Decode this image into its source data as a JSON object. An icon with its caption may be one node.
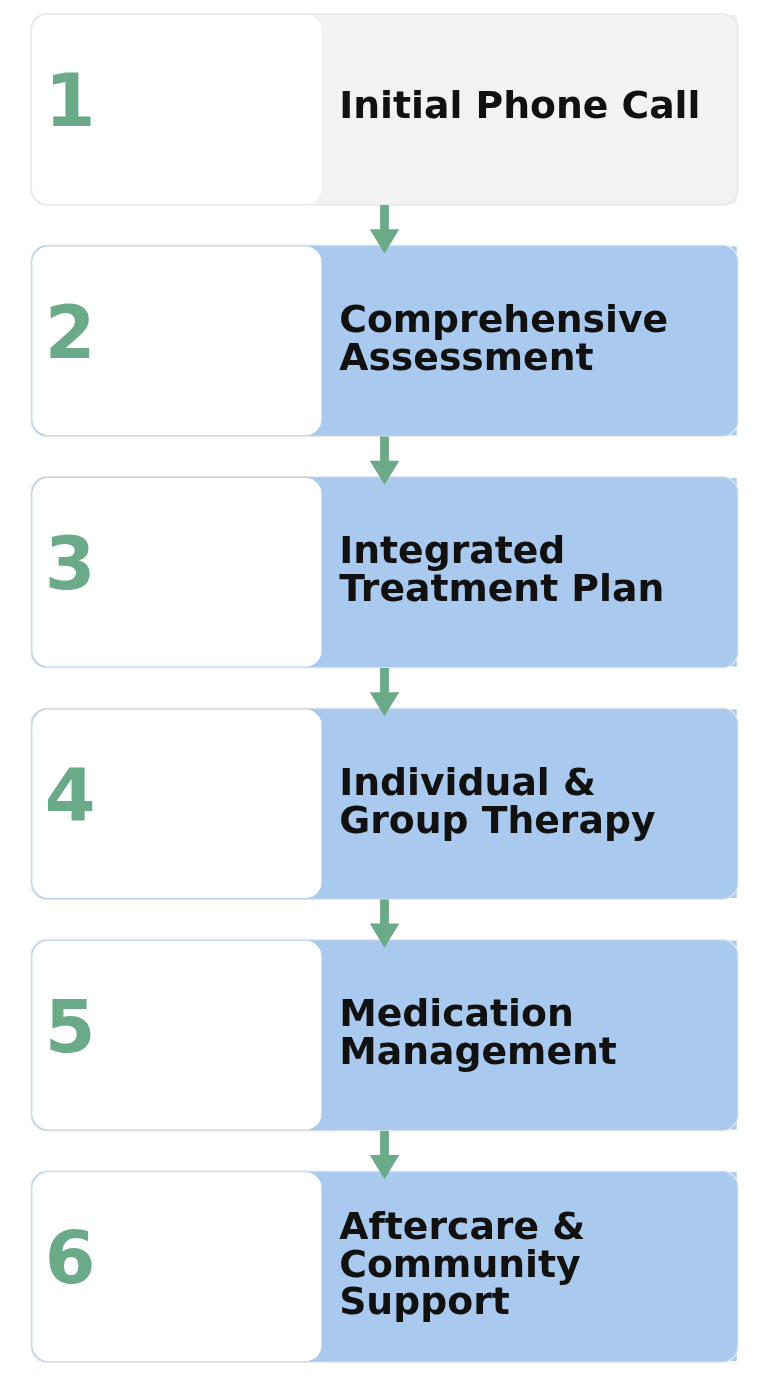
{
  "diagram": {
    "nodes": [
      {
        "text": [
          "1",
          "Initial Phone Call"
        ]
      },
      {
        "text": [
          "2",
          "Comprehensive Assessment"
        ]
      },
      {
        "text": [
          "3",
          "Integrated Treatment Plan"
        ]
      },
      {
        "text": [
          "4",
          "Individual & Group Therapy"
        ]
      },
      {
        "text": [
          "5",
          "Medication Management"
        ]
      },
      {
        "text": [
          "6",
          "Aftercare & Community Support"
        ]
      }
    ],
    "edges": [
      {
        "from": 0,
        "to": 1,
        "arrow": "to"
      },
      {
        "from": 1,
        "to": 2,
        "arrow": "to"
      },
      {
        "from": 2,
        "to": 3,
        "arrow": "to"
      },
      {
        "from": 3,
        "to": 4,
        "arrow": "to"
      },
      {
        "from": 4,
        "to": 5,
        "arrow": "to"
      }
    ]
  }
}
